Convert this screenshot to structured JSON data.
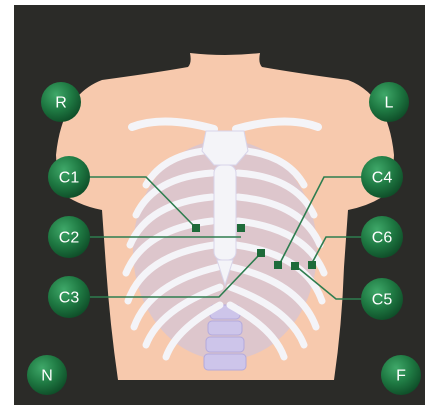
{
  "electrodes": {
    "R": "R",
    "L": "L",
    "N": "N",
    "F": "F",
    "C1": "C1",
    "C2": "C2",
    "C3": "C3",
    "C4": "C4",
    "C5": "C5",
    "C6": "C6"
  },
  "colors": {
    "background": "#2b2b28",
    "skin": "#f7c9ad",
    "bone": "#f4f4f8",
    "rib_shadow": "#c9c3e6",
    "spine": "#cdc5ea",
    "electrode_badge": "#1f7a43",
    "leader_line": "#2e7d4f",
    "marker": "#1e6b3a"
  }
}
